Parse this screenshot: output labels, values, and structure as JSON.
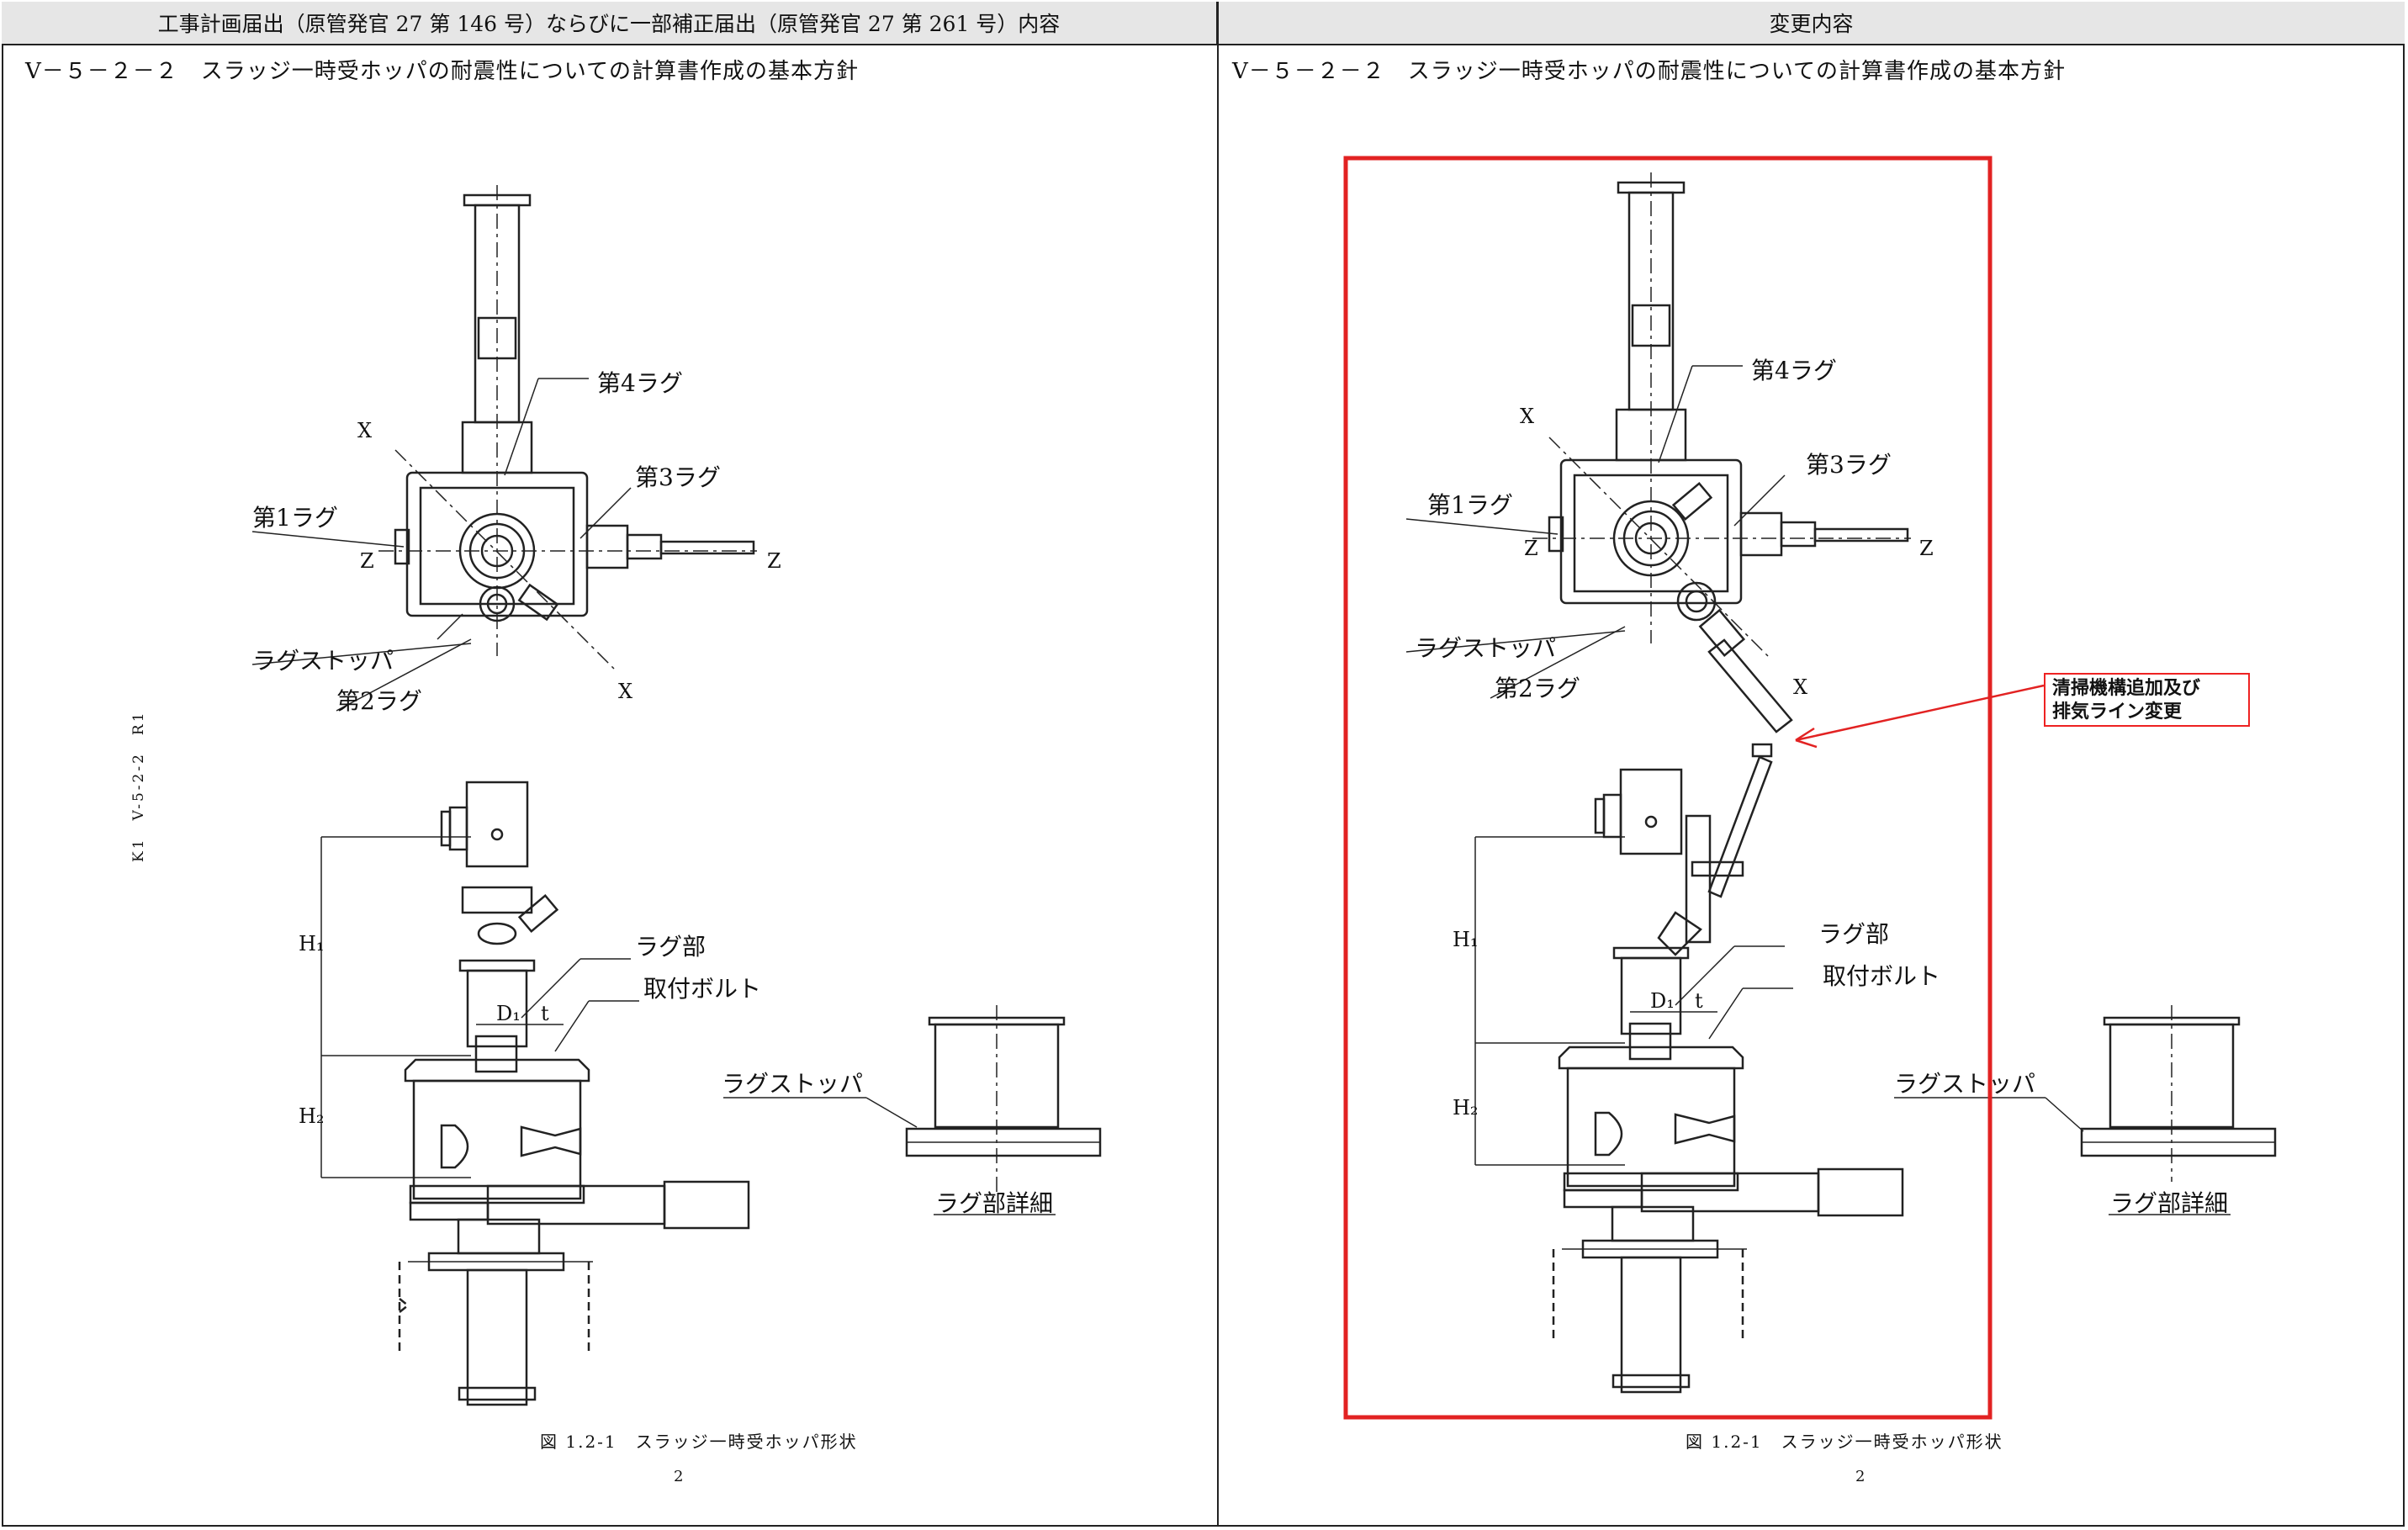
{
  "header": {
    "left": "工事計画届出（原管発官 27 第 146 号）ならびに一部補正届出（原管発官 27 第 261 号）内容",
    "right": "変更内容"
  },
  "section_title": "V－５－２－２　スラッジ一時受ホッパの耐震性についての計算書作成の基本方針",
  "figure_caption": "図 1.2-1　スラッジ一時受ホッパ形状",
  "page_number": "2",
  "side_note": "K1　V-5-2-2　R1",
  "labels": {
    "lug1": "第1ラグ",
    "lug2": "第2ラグ",
    "lug3": "第3ラグ",
    "lug4": "第4ラグ",
    "lug_stopper": "ラグストッパ",
    "lug_part": "ラグ部",
    "mounting_bolt": "取付ボルト",
    "lug_detail": "ラグ部詳細",
    "x": "X",
    "z": "Z",
    "h1": "H₁",
    "h2": "H₂",
    "d1": "D₁",
    "t": "t"
  },
  "change_note": [
    "清掃機構追加及び",
    "排気ライン変更"
  ],
  "colors": {
    "header_bg": "#e6e6e6",
    "highlight": "#e22222",
    "line": "#222222"
  }
}
